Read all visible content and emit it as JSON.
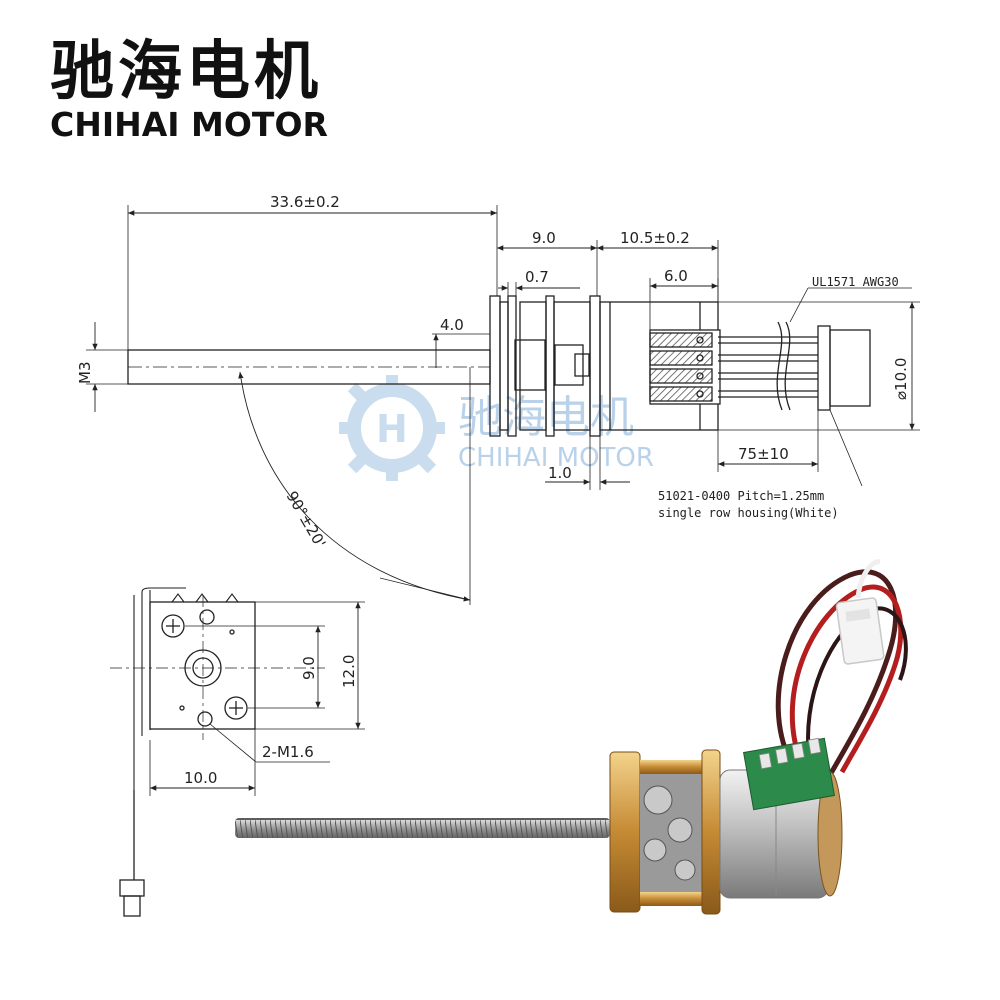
{
  "brand": {
    "name_cn": "驰海电机",
    "name_en": "CHIHAI MOTOR"
  },
  "watermark": {
    "name_cn": "驰海电机",
    "name_en": "CHIHAI MOTOR"
  },
  "side_view": {
    "dims": {
      "total_length": "33.6±0.2",
      "gearbox_length": "9.0",
      "motor_length": "10.5±0.2",
      "plate_thickness": "0.7",
      "connector_width": "6.0",
      "shaft_offset": "4.0",
      "thread": "M3",
      "diameter": "⌀10.0",
      "cable_length": "75±10",
      "flange": "1.0",
      "bend_angle": "90°±20'"
    },
    "wire_spec": "UL1571 AWG30",
    "connector_note_line1": "51021-0400 Pitch=1.25mm",
    "connector_note_line2": "single row housing(White)"
  },
  "end_view": {
    "dims": {
      "hole_spacing": "9.0",
      "height": "12.0",
      "width": "10.0",
      "screw_spec": "2-M1.6"
    }
  },
  "colors": {
    "line": "#222222",
    "watermark": "#b9d2ea",
    "hatch": "#555555"
  }
}
